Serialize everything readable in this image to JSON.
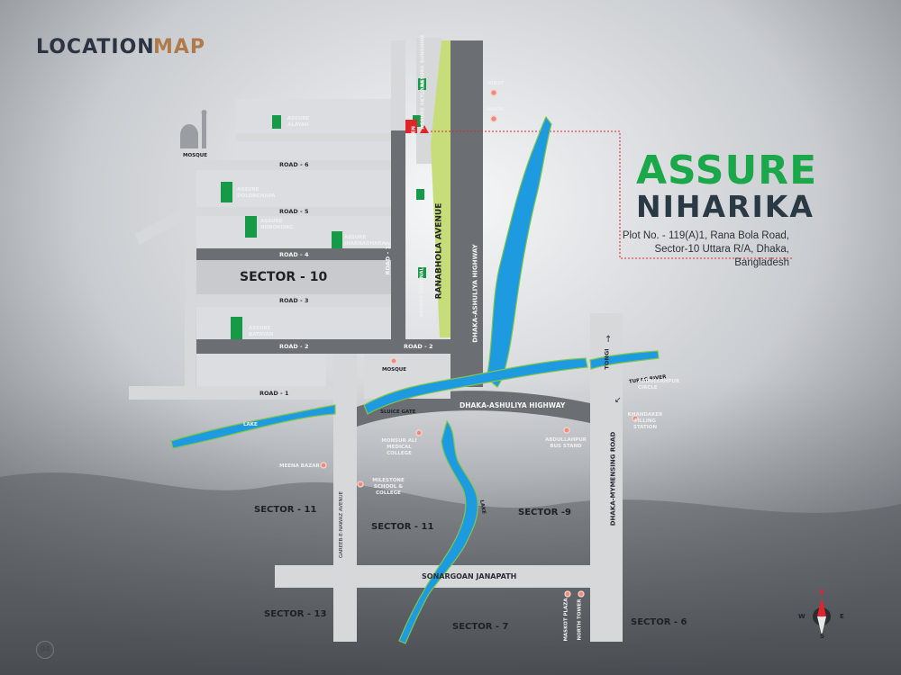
{
  "header": {
    "title_part1": "LOCATION",
    "title_part2": "MAP"
  },
  "brand": {
    "name_line1": "ASSURE",
    "name_line2": "NIHARIKA",
    "address": "Plot No. - 119(A)1, Rana Bola Road, Sector-10 Uttara R/A, Dhaka, Bangladesh"
  },
  "roads": {
    "road_6": "ROAD - 6",
    "road_5": "ROAD - 5",
    "road_4": "ROAD - 4",
    "road_3": "ROAD - 3",
    "road_2": "ROAD - 2",
    "road_2b": "ROAD - 2",
    "road_1": "ROAD - 1",
    "road_12": "ROAD - 12",
    "ranabhola": "RANABHOLA AVENUE",
    "ashuliya_vertical": "DHAKA-ASHULIYA HIGHWAY",
    "ashuliya_horizontal": "DHAKA-ASHULIYA HIGHWAY",
    "mymensing": "DHAKA-MYMENSING ROAD",
    "tongi": "TONGI",
    "gareeb": "GAREEB-E-NAWAZ AVENUE",
    "sonargoan": "SONARGOAN JANAPATH"
  },
  "water": {
    "turag": "TURAG RIVER",
    "lake_left": "LAKE",
    "lake_center": "LAKE",
    "sluice": "SLUICE GATE"
  },
  "projects": {
    "sunshine": "ASSURE SUNSHINE",
    "skylark": "ASSURE SKYLARK",
    "alayah": "ASSURE ALAYAH",
    "camelia": "ASSURE CAMELIA GARDEN",
    "dolonchapa": "ASSURE DOLONCHAPA",
    "noborong": "ASSURE NOBORONG",
    "jharnadhara": "ASSURE JHARNADHARA",
    "shapnaloy": "ASSURE SHAPNALOY",
    "batayan": "ASSURE BATAYAN"
  },
  "landmarks": {
    "mosque_top": "MOSQUE",
    "mosque_mid": "MOSQUE",
    "iubat": "IUBAT",
    "amch": "AMCH",
    "abdullahpur_circle": "ABDULLAHPUR CIRCLE",
    "khandaker": "KHANDAKER FILLING STATION",
    "monsur": "MONSUR ALI MEDICAL COLLEGE",
    "abdullahpur_bus": "ABDULLAHPUR BUS STAND",
    "meena": "MEENA BAZAR",
    "milestone": "MILESTONE SCHOOL & COLLEGE",
    "masjid_plaza": "MASKOT PLAZA",
    "north_tower": "NORTH TOWER"
  },
  "sectors": {
    "s10": "SECTOR - 10",
    "s11a": "SECTOR - 11",
    "s11b": "SECTOR - 11",
    "s9": "SECTOR -9",
    "s13": "SECTOR - 13",
    "s7": "SECTOR - 7",
    "s6": "SECTOR - 6"
  },
  "compass": {
    "n": "N",
    "s": "S",
    "e": "E",
    "w": "W"
  },
  "page_number": "04",
  "colors": {
    "road": "#d7d8da",
    "road_dark": "#6b6e72",
    "water": "#1e9be0",
    "project": "#169a48",
    "site": "#e0252a",
    "poi": "#f08a7a",
    "brand_green": "#1aa84a",
    "divider": "#e0252a"
  }
}
